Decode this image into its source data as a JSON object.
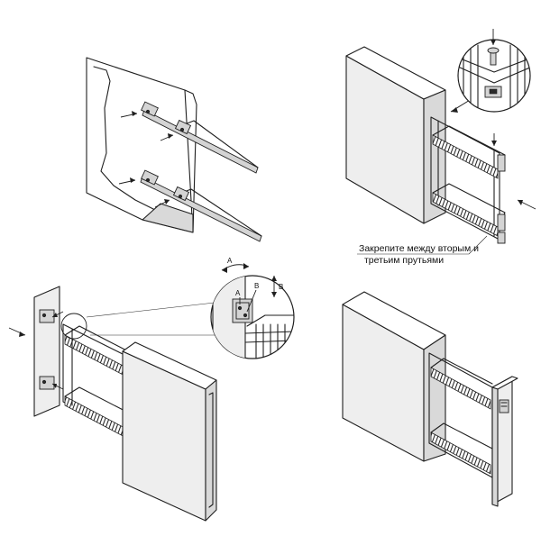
{
  "note": {
    "line1": "Закрепите между вторым и",
    "line2": "третьим прутьями"
  },
  "detail_labels": {
    "a_top": "A",
    "a_mid": "A",
    "b_mid": "B",
    "b_side": "B"
  }
}
